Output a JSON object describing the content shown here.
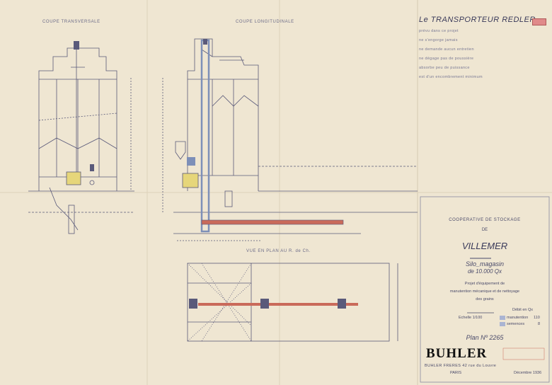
{
  "views": {
    "cross_section": "COUPE TRANSVERSALE",
    "long_section": "COUPE LONGITUDINALE",
    "plan_view": "VUE EN PLAN AU R. de Ch."
  },
  "legend": {
    "title": "Le TRANSPORTEUR REDLER",
    "lines": [
      "prévu dans ce projet",
      "ne s'engorge jamais",
      "ne demande aucun entretien",
      "ne dégage pas de poussière",
      "absorbe peu de puissance",
      "est d'un encombrement minimum"
    ],
    "color": "#e08a8a"
  },
  "title_block": {
    "client_line": "COOPERATIVE DE STOCKAGE",
    "de": "DE",
    "place": "VILLEMER",
    "building": "Silo_magasin",
    "capacity": "de 10.000 Qx",
    "project_1": "Projet d'équipement de",
    "project_2": "manutention mécanique et de nettoyage",
    "project_3": "des grains",
    "scale": "Echelle 1/100",
    "debit": "Débit en Qx",
    "row1_label": "manutention",
    "row1_value": "110",
    "row2_label": "semences",
    "row2_value": "8",
    "plan_number": "Plan Nº 2265",
    "brand": "BUHLER",
    "company": "BUHLER FRERES  42 rue du Louvre",
    "city": "PARIS",
    "date": "Décembre 1936"
  },
  "colors": {
    "paper": "#efe6d2",
    "ink": "#4a4a6a",
    "redler": "#c96a5a",
    "blue": "#7d8fb8",
    "yellow": "#e6d67a"
  }
}
